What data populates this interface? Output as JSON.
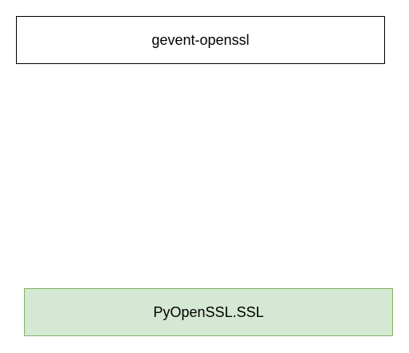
{
  "diagram": {
    "nodes": [
      {
        "id": "top",
        "label": "gevent-openssl",
        "fill": "#ffffff",
        "stroke": "#000000"
      },
      {
        "id": "bottom",
        "label": "PyOpenSSL.SSL",
        "fill": "#d5e8d4",
        "stroke": "#82b366"
      }
    ]
  }
}
